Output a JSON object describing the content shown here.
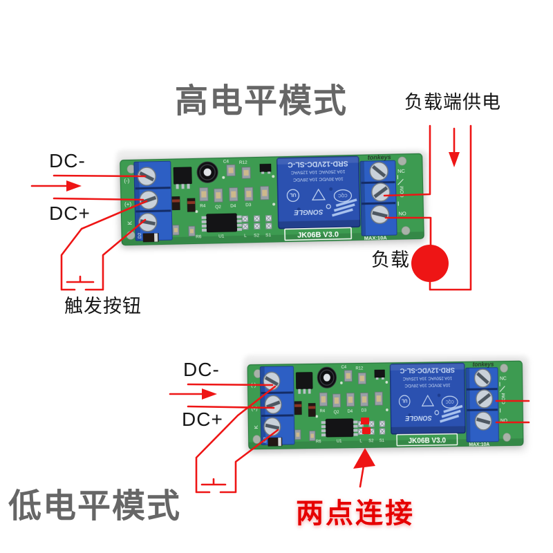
{
  "high_mode": {
    "title": "高电平模式",
    "dc_minus": "DC-",
    "dc_plus": "DC+",
    "load_supply": "负载端供电",
    "load": "负载",
    "trigger_button": "触发按钮"
  },
  "low_mode": {
    "title": "低电平模式",
    "dc_minus": "DC-",
    "dc_plus": "DC+",
    "two_point": "两点连接"
  },
  "board": {
    "brand": "tonkeys",
    "model": "JK06B  V3.0",
    "max_current": "MAX:10A",
    "terminal_minus": "(-)",
    "terminal_plus": "(+)",
    "terminal_signal": "K",
    "contact_nc": "NC",
    "contact_com": "COM",
    "contact_no": "NO",
    "relay": {
      "model": "SRD-12VDC-SL-C",
      "rating1": "10A 250VAC  10A 125VAC",
      "rating2": "10A 30VDC   10A 28VDC",
      "ul": "UL",
      "cqc": "CQC",
      "brand": "SONGLE"
    },
    "refs": {
      "c4": "C4",
      "r12": "R12",
      "r4": "R4",
      "q2": "Q2",
      "d4": "D4",
      "d3": "D3",
      "d2": "D2",
      "r6": "R6",
      "u1": "U1",
      "l": "L",
      "s2": "S2",
      "s1": "S1"
    }
  },
  "colors": {
    "wire_red": "#ee1515",
    "accent_red": "#e60000",
    "pcb_green": "#3d9b51",
    "terminal_blue": "#2d5fc4",
    "relay_blue": "#2b51b0",
    "title_gray": "#666666",
    "label_black": "#161616"
  }
}
